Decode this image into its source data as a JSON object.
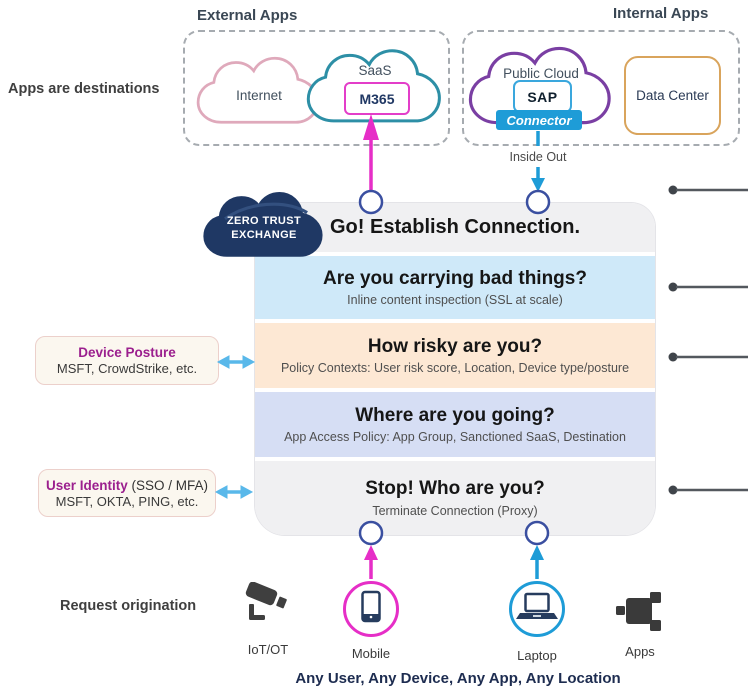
{
  "labels": {
    "apps_are_destinations": "Apps are destinations",
    "request_origination": "Request origination",
    "any_line": "Any User, Any Device, Any App, Any Location",
    "inside_out": "Inside Out"
  },
  "external_apps": {
    "title": "External Apps",
    "internet_label": "Internet",
    "saas_label": "SaaS",
    "m365_label": "M365"
  },
  "internal_apps": {
    "title": "Internal Apps",
    "public_cloud_label": "Public Cloud",
    "sap_label": "SAP",
    "connector_label": "Connector",
    "data_center_label": "Data Center"
  },
  "zte_badge": {
    "line1": "ZERO TRUST",
    "line2": "EXCHANGE"
  },
  "stack": {
    "rows": [
      {
        "title": "Go! Establish Connection.",
        "subtitle": ""
      },
      {
        "title": "Are you carrying bad things?",
        "subtitle": "Inline content inspection (SSL at scale)"
      },
      {
        "title": "How risky are you?",
        "subtitle": "Policy Contexts: User risk score, Location, Device type/posture"
      },
      {
        "title": "Where are you going?",
        "subtitle": "App Access Policy: App Group, Sanctioned SaaS, Destination"
      },
      {
        "title": "Stop! Who are you?",
        "subtitle": "Terminate Connection (Proxy)"
      }
    ]
  },
  "callouts": {
    "device_posture": {
      "title": "Device Posture",
      "subtitle": "MSFT, CrowdStrike, etc."
    },
    "user_identity": {
      "title": "User Identity",
      "title_suffix": " (SSO / MFA)",
      "subtitle": "MSFT, OKTA, PING, etc."
    }
  },
  "origins": [
    {
      "label": "IoT/OT"
    },
    {
      "label": "Mobile"
    },
    {
      "label": "Laptop"
    },
    {
      "label": "Apps"
    }
  ],
  "colors": {
    "magenta_accent": "#e62ec7",
    "blue_accent": "#1e9cd7",
    "cyan_arrow": "#59b8ea",
    "navy_badge": "#1f3864",
    "circle_ring": "#3a4fa0",
    "internet_cloud_stroke": "#dfa9bb",
    "saas_cloud_stroke": "#2d8fa6",
    "public_cloud_stroke": "#7a3fa3",
    "data_center_border": "#d9a45c",
    "row_go_bg": "#f0f0f2",
    "row_inspect_bg": "#cfe9f9",
    "row_risk_bg": "#fde8d4",
    "row_dest_bg": "#d6def4",
    "row_stop_bg": "#f0f0f2",
    "purple_title": "#9b1f8e",
    "leader_line": "#53585e"
  }
}
